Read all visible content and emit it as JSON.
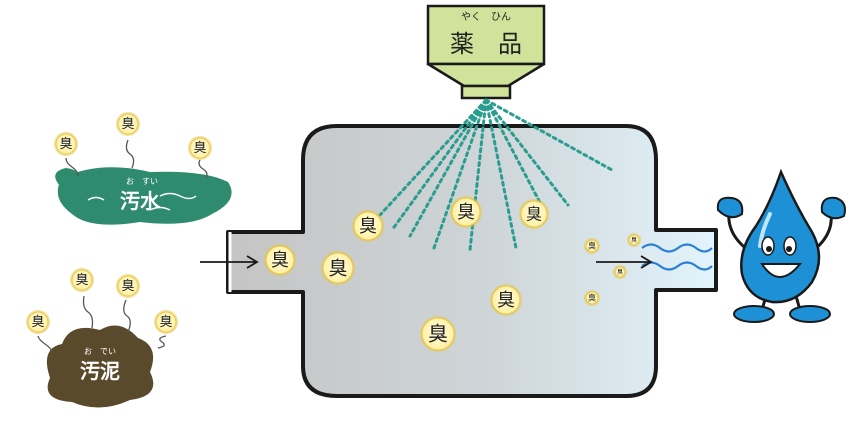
{
  "chemical": {
    "ruby": "やく　ひん",
    "label": "薬　品"
  },
  "wastewater": {
    "ruby": "お　すい",
    "label": "汚水"
  },
  "sludge": {
    "ruby": "お　でい",
    "label": "汚泥"
  },
  "odor_label": "臭",
  "colors": {
    "tank_fill_left": "#c8c8c8",
    "tank_fill_right": "#dff2fb",
    "tank_stroke": "#1a1a1a",
    "spray": "#2a9d8f",
    "chemical_box": "#cfe39a",
    "odor_fill": "#fff6a8",
    "odor_ring": "#e8c64a",
    "wastewater": "#2e8b6e",
    "sludge": "#5a4a2c",
    "water_drop": "#1e90d6",
    "clean_water": "#2b7fd6"
  }
}
